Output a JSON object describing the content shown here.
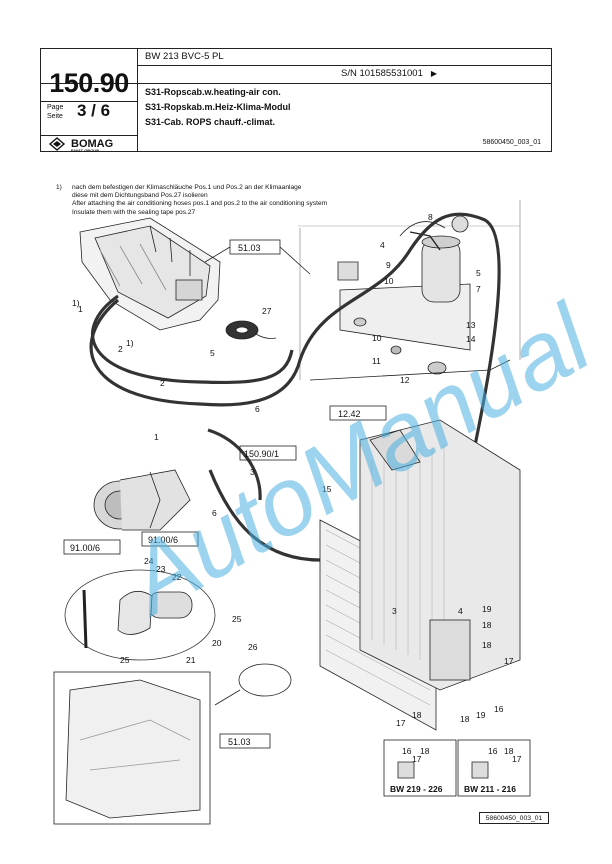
{
  "header": {
    "page_number": "150.90",
    "page_label_de": "Page",
    "page_label_en": "Seite",
    "page_of": "3 / 6",
    "model": "BW 213 BVC-5 PL",
    "serial": "S/N 101585531001",
    "serial_arrow": "▶",
    "title_en": "S31-Ropscab.w.heating-air con.",
    "title_de": "S31-Ropskab.m.Heiz-Klima-Modul",
    "title_fr": "S31-Cab. ROPS chauff.-climat.",
    "doc_id": "58600450_003_01",
    "logo_text": "BOMAG",
    "logo_sub": "FAYAT GROUP"
  },
  "note": {
    "marker": "1)",
    "lines": [
      "nach dem befestigen der Klimaschläuche Pos.1 und Pos.2 an der Klimaanlage",
      "diese mit dem Dichtungsband Pos.27 isolieren",
      "After attaching the air conditioning hoses pos.1 and pos.2 to the air conditioning system",
      "Insulate them with the sealing tape pos.27"
    ]
  },
  "refs": {
    "r5103a": "51.03",
    "r1242": "12.42",
    "r15090": "150.90/1",
    "r9100a": "91.00/6",
    "r9100b": "91.00/6",
    "r5103b": "51.03",
    "variant1": "BW 219 - 226",
    "variant2": "BW 211 - 216"
  },
  "positions": {
    "p1a": "1",
    "p1a_sup": "1)",
    "p2a": "2",
    "p2a_sup": "1)",
    "p1b": "1",
    "p2b": "2",
    "p3a": "3",
    "p3b": "3",
    "p4a": "4",
    "p4b": "4",
    "p5a": "5",
    "p5b": "5",
    "p6a": "6",
    "p6b": "6",
    "p7": "7",
    "p8": "8",
    "p9": "9",
    "p10a": "10",
    "p10b": "10",
    "p11": "11",
    "p12": "12",
    "p13": "13",
    "p14": "14",
    "p15": "15",
    "p16a": "16",
    "p16b": "16",
    "p16c": "16",
    "p17a": "17",
    "p17b": "17",
    "p17c": "17",
    "p17d": "17",
    "p18a": "18",
    "p18b": "18",
    "p18c": "18",
    "p18d": "18",
    "p18e": "18",
    "p18f": "18",
    "p19a": "19",
    "p19b": "19",
    "p20": "20",
    "p21": "21",
    "p22": "22",
    "p23": "23",
    "p24": "24",
    "p25a": "25",
    "p25b": "25",
    "p26": "26",
    "p27": "27"
  },
  "watermark": "AutoManual",
  "footer_id": "58600450_003_01"
}
